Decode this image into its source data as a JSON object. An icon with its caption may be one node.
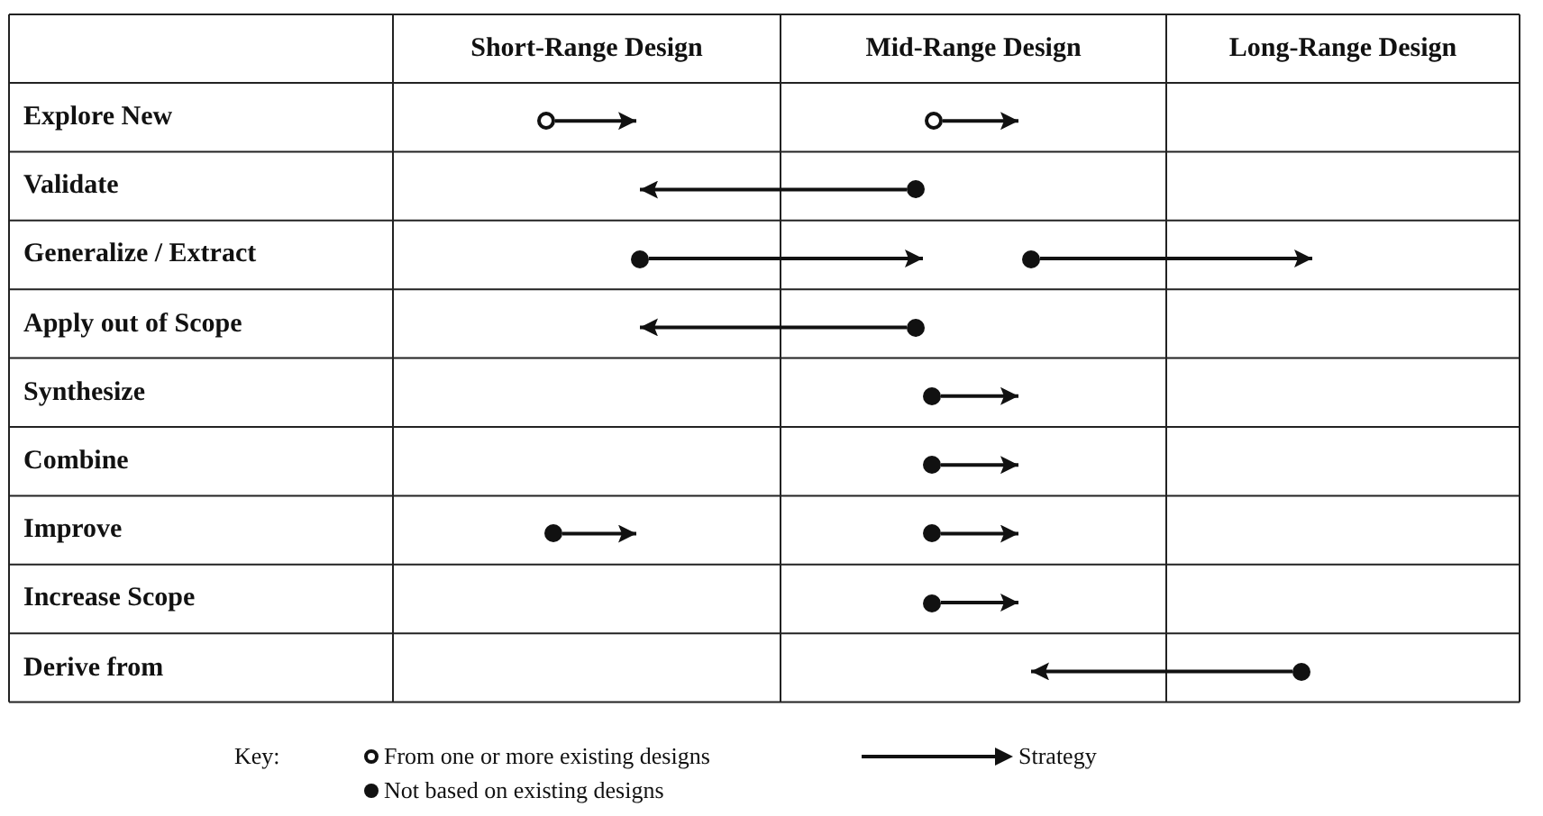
{
  "diagram": {
    "nodes": [
      {
        "text": [],
        "shape": "circle"
      },
      {
        "text": [],
        "shape": "circle"
      },
      {
        "text": [],
        "shape": "dot"
      },
      {
        "text": [],
        "shape": "dot"
      },
      {
        "text": [],
        "shape": "dot"
      },
      {
        "text": [],
        "shape": "dot"
      },
      {
        "text": [],
        "shape": "dot"
      },
      {
        "text": [],
        "shape": "dot"
      },
      {
        "text": [],
        "shape": "dot"
      },
      {
        "text": [],
        "shape": "dot"
      },
      {
        "text": [],
        "shape": "dot"
      },
      {
        "text": [],
        "shape": "dot"
      }
    ],
    "edges": [
      {
        "from": 0,
        "to": null,
        "arrow": "to"
      },
      {
        "from": 1,
        "to": null,
        "arrow": "to"
      },
      {
        "from": 2,
        "to": null,
        "arrow": "to"
      },
      {
        "from": 3,
        "to": null,
        "arrow": "to"
      },
      {
        "from": 4,
        "to": null,
        "arrow": "to"
      },
      {
        "from": 5,
        "to": null,
        "arrow": "to"
      },
      {
        "from": 6,
        "to": null,
        "arrow": "to"
      },
      {
        "from": 7,
        "to": null,
        "arrow": "to"
      },
      {
        "from": 8,
        "to": null,
        "arrow": "to"
      },
      {
        "from": 9,
        "to": null,
        "arrow": "to"
      },
      {
        "from": 10,
        "to": null,
        "arrow": "to"
      },
      {
        "from": 11,
        "to": null,
        "arrow": "to"
      }
    ],
    "labels": [
      "Short-Range Design",
      "Mid-Range Design",
      "Long-Range Design",
      "Explore New",
      "Validate",
      "Generalize / Extract",
      "Apply out of Scope",
      "Synthesize",
      "Combine",
      "Improve",
      "Increase Scope",
      "Derive from",
      "Key:"
    ],
    "legend": [
      {
        "text": "From one or more existing designs"
      },
      {
        "text": "Not based on existing designs"
      },
      {
        "text": "Strategy"
      }
    ]
  }
}
